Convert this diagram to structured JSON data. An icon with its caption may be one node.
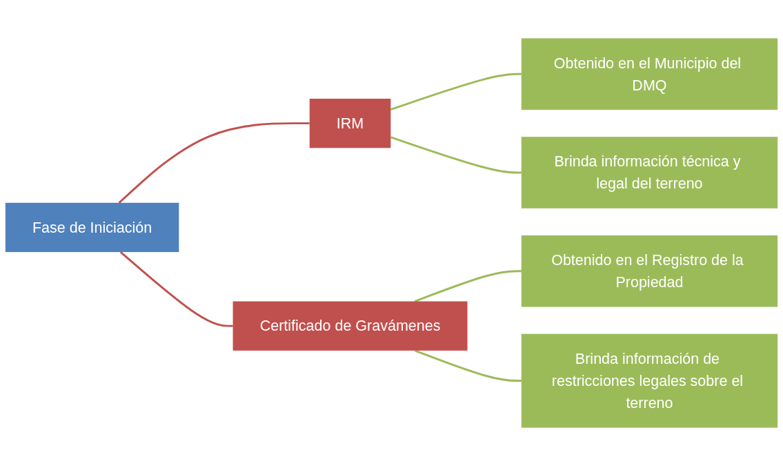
{
  "diagram": {
    "nodes": [
      {
        "text": [
          "Fase de Iniciación"
        ]
      },
      {
        "text": [
          "IRM"
        ]
      },
      {
        "text": [
          "Obtenido en el Municipio del DMQ"
        ]
      },
      {
        "text": [
          "Brinda información técnica y legal del terreno"
        ]
      },
      {
        "text": [
          "Certificado de Gravámenes"
        ]
      },
      {
        "text": [
          "Obtenido en el Registro de la Propiedad"
        ]
      },
      {
        "text": [
          "Brinda información de restricciones legales sobre el terreno"
        ]
      }
    ],
    "edges": [
      {
        "from": 0,
        "to": 1,
        "arrow": "none",
        "color": "#c0504d"
      },
      {
        "from": 0,
        "to": 4,
        "arrow": "none",
        "color": "#c0504d"
      },
      {
        "from": 1,
        "to": 2,
        "arrow": "none"
      },
      {
        "from": 1,
        "to": 3,
        "arrow": "none"
      },
      {
        "from": 4,
        "to": 5,
        "arrow": "none"
      },
      {
        "from": 4,
        "to": 6,
        "arrow": "none"
      }
    ]
  }
}
